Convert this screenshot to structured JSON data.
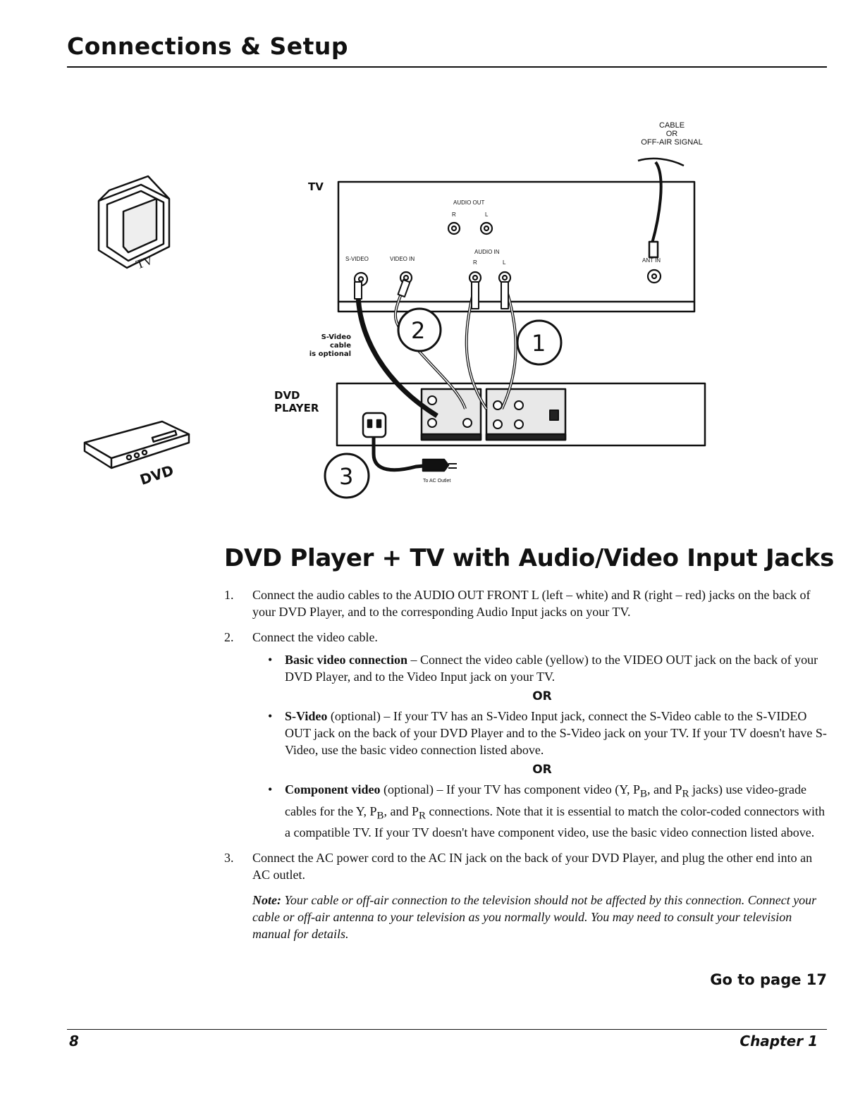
{
  "header": {
    "title": "Connections & Setup"
  },
  "diagram": {
    "tv_icon_label": "TV",
    "dvd_icon_label": "DVD",
    "tv_label": "TV",
    "dvd_label_line1": "DVD",
    "dvd_label_line2": "PLAYER",
    "signal_line1": "CABLE",
    "signal_line2": "OR",
    "signal_line3": "OFF-AIR SIGNAL",
    "audio_out": "AUDIO OUT",
    "audio_in": "AUDIO IN",
    "r": "R",
    "l": "L",
    "s_video": "S-VIDEO",
    "video_in": "VIDEO IN",
    "ant_in": "ANT IN",
    "svideo_note_line1": "S-Video cable",
    "svideo_note_line2": "is optional",
    "step1": "1",
    "step2": "2",
    "step3": "3",
    "outlet": "To AC Outlet"
  },
  "main": {
    "heading": "DVD Player + TV with Audio/Video Input Jacks",
    "step1_num": "1.",
    "step1_text": "Connect the audio cables to the AUDIO OUT FRONT L (left – white) and R (right – red) jacks on the back of your DVD Player, and to the corresponding Audio Input jacks on your TV.",
    "step2_num": "2.",
    "step2_text": "Connect the video cable.",
    "bullet1_bold": "Basic video connection",
    "bullet1_text": " – Connect the video cable (yellow) to the VIDEO OUT jack on the back of your DVD Player, and to the Video Input jack on your TV.",
    "or": "OR",
    "bullet2_bold": "S-Video",
    "bullet2_text": " (optional) – If your TV has an S-Video Input jack, connect the S-Video cable to the S-VIDEO OUT jack on the back of your DVD Player and to the S-Video jack on your TV. If your TV doesn't have S-Video, use the basic video connection listed above.",
    "bullet3_bold": "Component video",
    "bullet3_a": " (optional) – If your TV has component video (Y, P",
    "sub_b": "B",
    "bullet3_b": ", and P",
    "sub_r": "R",
    "bullet3_c": " jacks) use video-grade cables for the Y, P",
    "bullet3_d": ", and P",
    "bullet3_e": " connections. Note that it is essential to match the color-coded connectors with a compatible TV. If your TV doesn't have component video, use the basic video connection listed above.",
    "step3_num": "3.",
    "step3_text": "Connect the AC power cord to the AC IN jack on the back of your DVD Player, and plug the other end into an AC outlet.",
    "note_label": "Note:",
    "note_text": " Your cable or off-air connection to the television should not be affected by this connection. Connect your cable or off-air antenna to your television as you normally would. You may need to consult your television manual for details.",
    "goto": "Go to page 17"
  },
  "footer": {
    "page_number": "8",
    "chapter": "Chapter 1"
  }
}
